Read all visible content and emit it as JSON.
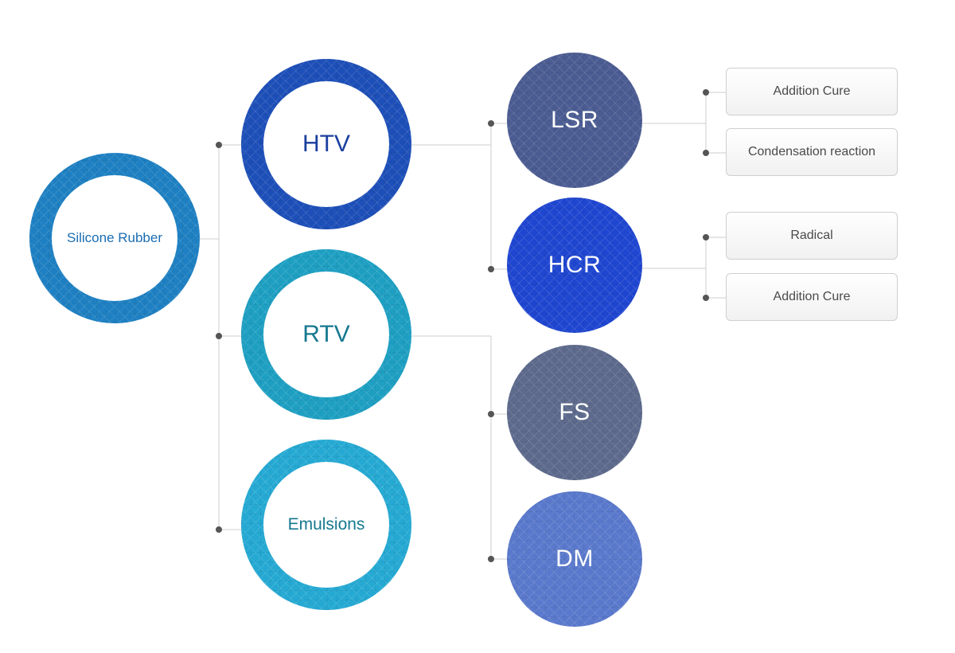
{
  "root": {
    "label": "Silicone Rubber",
    "color": "#1e80c2",
    "text_color": "#1a6db3"
  },
  "categories": [
    {
      "id": "htv",
      "label": "HTV",
      "color": "#1d4fb8",
      "text_color": "#1a3f9e"
    },
    {
      "id": "rtv",
      "label": "RTV",
      "color": "#1e9fc2",
      "text_color": "#16788f"
    },
    {
      "id": "emulsions",
      "label": "Emulsions",
      "color": "#25a9d3",
      "text_color": "#16788f"
    }
  ],
  "types": [
    {
      "id": "lsr",
      "label": "LSR",
      "color": "#4b5c92"
    },
    {
      "id": "hcr",
      "label": "HCR",
      "color": "#1f46d0"
    },
    {
      "id": "fs",
      "label": "FS",
      "color": "#5d6a8c"
    },
    {
      "id": "dm",
      "label": "DM",
      "color": "#5a79cc"
    }
  ],
  "methods": {
    "lsr": [
      "Addition Cure",
      "Condensation reaction"
    ],
    "hcr": [
      "Radical",
      "Addition Cure"
    ]
  },
  "line_color": "#d6d6d6",
  "dot_color": "#555555"
}
